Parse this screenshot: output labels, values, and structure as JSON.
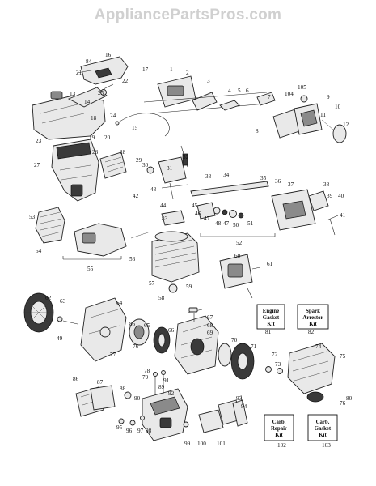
{
  "watermark": "AppliancePartsPros.com",
  "callouts": {
    "c1": "1",
    "c2": "2",
    "c3": "3",
    "c4": "4",
    "c5": "5",
    "c6": "6",
    "c7": "7",
    "c8": "8",
    "c9": "9",
    "c10": "10",
    "c11": "11",
    "c12": "12",
    "c13": "13",
    "c14": "14",
    "c15": "15",
    "c16": "16",
    "c17": "17",
    "c18": "18",
    "c19": "19",
    "c20": "20",
    "c21": "21",
    "c22": "22",
    "c23": "23",
    "c24": "24",
    "c25": "25",
    "c26": "26",
    "c27": "27",
    "c28": "28",
    "c29": "29",
    "c30": "30",
    "c31": "31",
    "c32": "32",
    "c33": "33",
    "c34": "34",
    "c35": "35",
    "c36": "36",
    "c37": "37",
    "c38": "38",
    "c39": "39",
    "c40": "40",
    "c41": "41",
    "c42": "42",
    "c43": "43",
    "c44": "44",
    "c45": "45",
    "c46": "46",
    "c47": "47",
    "c48": "48",
    "c49": "49",
    "c50": "50",
    "c51": "51",
    "c52": "52",
    "c53": "53",
    "c54": "54",
    "c55": "55",
    "c56": "56",
    "c57": "57",
    "c58": "58",
    "c59": "59",
    "c60": "60",
    "c61": "61",
    "c62": "62",
    "c63": "63",
    "c64": "64",
    "c65": "65",
    "c66": "66",
    "c67": "67",
    "c68": "68",
    "c69": "69",
    "c70": "70",
    "c71": "71",
    "c72": "72",
    "c73": "73",
    "c74": "74",
    "c75": "75",
    "c76": "76",
    "c77": "77",
    "c78": "78",
    "c79": "79",
    "c80": "80",
    "c81": "81",
    "c82": "82",
    "c83": "83",
    "c84": "84",
    "c85": "85",
    "c86": "86",
    "c87": "87",
    "c88": "88",
    "c89": "89",
    "c90": "90",
    "c91": "91",
    "c92": "92",
    "c93": "93",
    "c94": "94",
    "c95": "95",
    "c96": "96",
    "c97": "97",
    "c98": "98",
    "c99": "99",
    "c100": "100",
    "c101": "101",
    "c102": "102",
    "c103": "103",
    "c104": "104",
    "c105": "105"
  },
  "kits": {
    "engine_gasket": {
      "line1": "Engine",
      "line2": "Gasket",
      "line3": "Kit"
    },
    "spark_arrestor": {
      "line1": "Spark",
      "line2": "Arrestor",
      "line3": "Kit"
    },
    "carb_repair": {
      "line1": "Carb.",
      "line2": "Repair",
      "line3": "Kit"
    },
    "carb_gasket": {
      "line1": "Carb.",
      "line2": "Gasket",
      "line3": "Kit"
    }
  }
}
